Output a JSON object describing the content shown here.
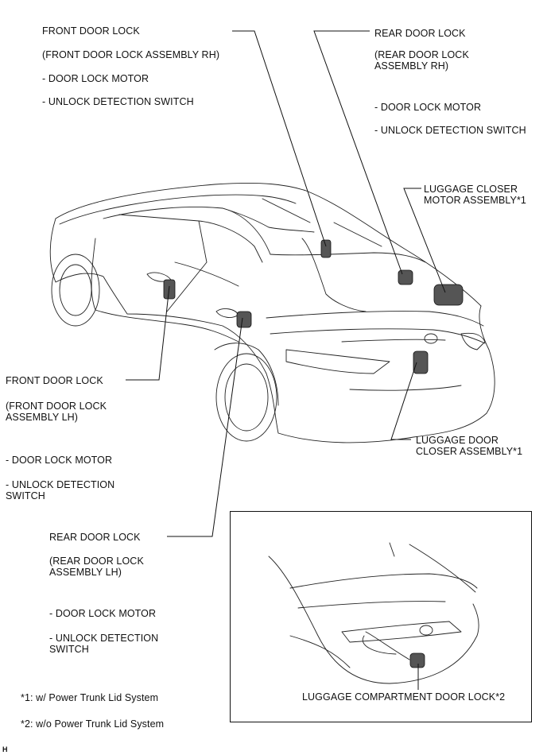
{
  "labels": {
    "front_rh": {
      "title": "FRONT DOOR LOCK",
      "assembly": "(FRONT DOOR LOCK ASSEMBLY RH)",
      "motor": "- DOOR LOCK MOTOR",
      "switch": "- UNLOCK DETECTION SWITCH"
    },
    "rear_rh": {
      "title": "REAR DOOR LOCK",
      "assembly_1": "(REAR DOOR LOCK",
      "assembly_2": "ASSEMBLY RH)",
      "motor": "- DOOR LOCK MOTOR",
      "switch": "- UNLOCK DETECTION SWITCH"
    },
    "luggage_closer_motor": {
      "line1": "LUGGAGE CLOSER",
      "line2": "MOTOR ASSEMBLY*1"
    },
    "front_lh": {
      "title": "FRONT DOOR LOCK",
      "assembly_1": "(FRONT DOOR LOCK",
      "assembly_2": "ASSEMBLY LH)",
      "motor": "- DOOR LOCK MOTOR",
      "switch_1": "- UNLOCK DETECTION",
      "switch_2": "SWITCH"
    },
    "luggage_door_closer": {
      "line1": "LUGGAGE DOOR",
      "line2": "CLOSER ASSEMBLY*1"
    },
    "rear_lh": {
      "title": "REAR DOOR LOCK",
      "assembly_1": "(REAR DOOR LOCK",
      "assembly_2": "ASSEMBLY LH)",
      "motor": "- DOOR LOCK MOTOR",
      "switch_1": "- UNLOCK DETECTION",
      "switch_2": "SWITCH"
    },
    "luggage_compartment_lock": "LUGGAGE COMPARTMENT DOOR LOCK*2"
  },
  "notes": {
    "note1": "*1: w/ Power Trunk Lid System",
    "note2": "*2: w/o Power Trunk Lid System"
  },
  "corner_mark": "H"
}
